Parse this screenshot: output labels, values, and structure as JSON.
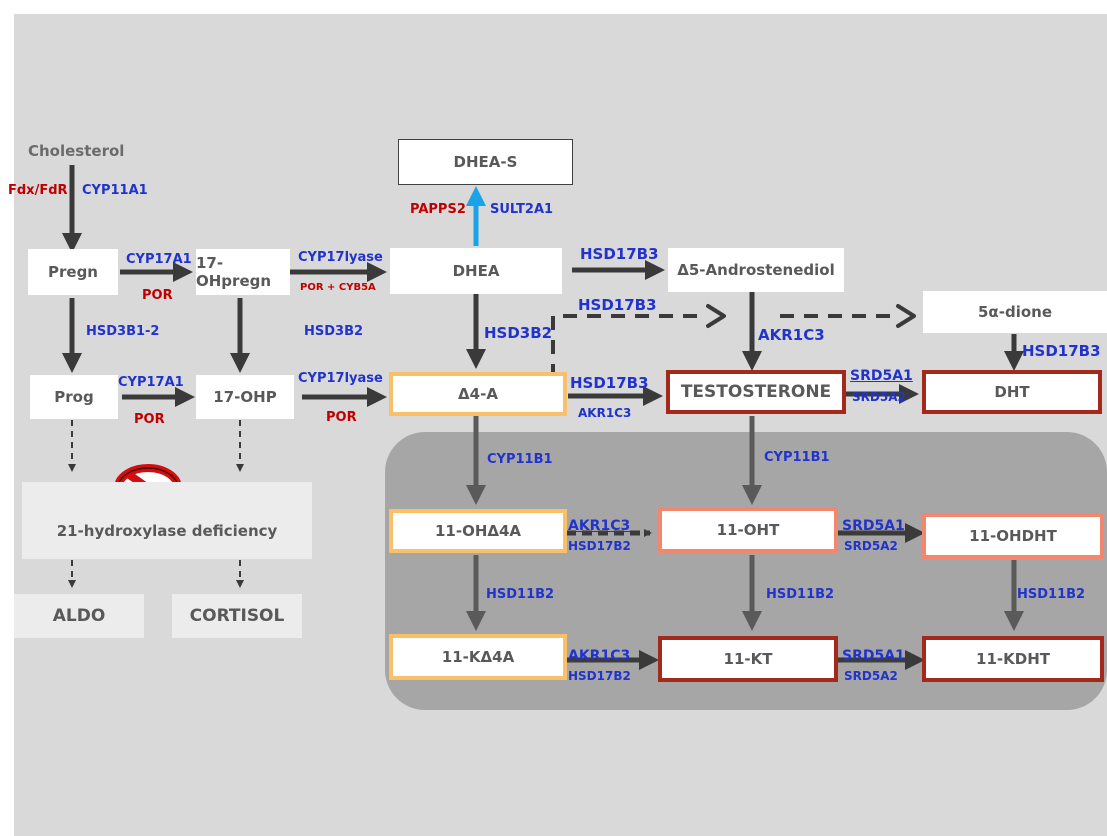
{
  "nodes": {
    "cholesterol": "Cholesterol",
    "pregn": "Pregn",
    "ohpregn17": "17-OHpregn",
    "dhea": "DHEA",
    "dheas": "DHEA-S",
    "androstenediol": "Δ5-Androstenediol",
    "dione5a": "5α-dione",
    "prog": "Prog",
    "ohp17": "17-OHP",
    "d4a": "Δ4-A",
    "testosterone": "TESTOSTERONE",
    "dht": "DHT",
    "deficiency": "21-hydroxylase deficiency",
    "aldo": "ALDO",
    "cortisol": "CORTISOL",
    "ohd4a11": "11-OHΔ4A",
    "oht11": "11-OHT",
    "ohdht11": "11-OHDHT",
    "kd4a11": "11-KΔ4A",
    "kt11": "11-KT",
    "kdht11": "11-KDHT"
  },
  "enzymes": {
    "fdx_fdr": "Fdx/FdR",
    "cyp11a1": "CYP11A1",
    "cyp17a1_top": "CYP17A1",
    "por_top": "POR",
    "cyp17lyase_top": "CYP17lyase",
    "por_cyb5a": "POR + CYB5A",
    "papps2": "PAPPS2",
    "sult2a1": "SULT2A1",
    "hsd17b3_top": "HSD17B3",
    "hsd17b3_mid": "HSD17B3",
    "hsd3b1_2": "HSD3B1-2",
    "hsd3b2_left": "HSD3B2",
    "hsd3b2_center": "HSD3B2",
    "akr1c3_mid": "AKR1C3",
    "hsd17b3_right": "HSD17B3",
    "cyp17a1_bot": "CYP17A1",
    "por_bot1": "POR",
    "cyp17lyase_bot": "CYP17lyase",
    "por_bot2": "POR",
    "hsd17b3_d4a": "HSD17B3",
    "akr1c3_d4a": "AKR1C3",
    "srd5a1_t": "SRD5A1",
    "srd5a2_t": "SRD5A2",
    "cyp11b1_left": "CYP11B1",
    "cyp11b1_right": "CYP11B1",
    "akr1c3_oh": "AKR1C3",
    "hsd17b2_oh": "HSD17B2",
    "srd5a1_oh": "SRD5A1",
    "srd5a2_oh": "SRD5A2",
    "hsd11b2_left": "HSD11B2",
    "hsd11b2_mid": "HSD11B2",
    "hsd11b2_right": "HSD11B2",
    "akr1c3_k": "AKR1C3",
    "hsd17b2_k": "HSD17B2",
    "srd5a1_k": "SRD5A1",
    "srd5a2_k": "SRD5A2"
  },
  "colors": {
    "enzyme_blue": "#2233cc",
    "cofactor_red": "#c00000",
    "arrow_dark": "#3a3a3a",
    "sulfation_arrow": "#1aa3e8",
    "border_orange": "#f9c06a",
    "border_salmon": "#f2876e",
    "border_red": "#a3291a",
    "region_gray": "#a6a6a6"
  },
  "icons": {
    "deficiency": "prohibition-sign-icon"
  }
}
